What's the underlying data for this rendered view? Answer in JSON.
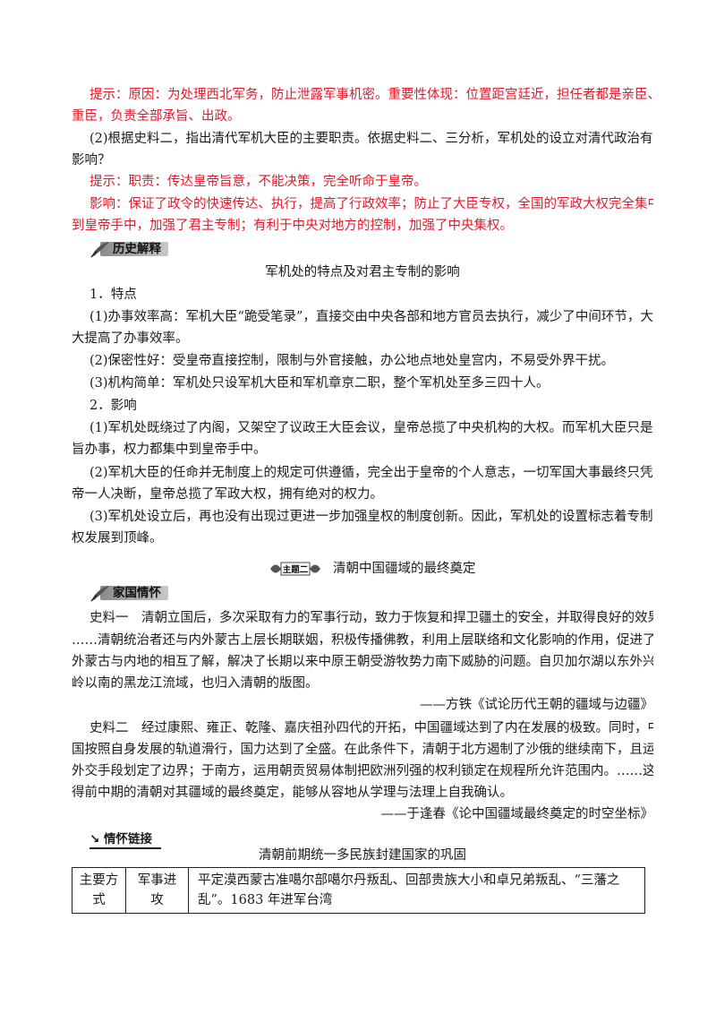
{
  "hint1": {
    "l1": "提示：原因：为处理西北军务，防止泄露军事机密。重要性体现：位置距宫廷近，担任者都是亲臣、",
    "l2": "重臣，负责全部承旨、出政。"
  },
  "q2": {
    "l1": "(2)根据史料二，指出清代军机大臣的主要职责。依据史料二、三分析，军机处的设立对清代政治有何",
    "l2": "影响？"
  },
  "hint2": {
    "l1": "提示：职责：传达皇帝旨意，不能决策，完全听命于皇帝。",
    "l2": "影响：保证了政令的快速传达、执行，提高了行政效率；防止了大臣专权，全国的军政大权完全集中",
    "l3": "到皇帝手中，加强了君主专制；有利于中央对地方的控制，加强了中央集权。"
  },
  "section_history": {
    "badge": "历史解释",
    "title": "军机处的特点及对君主专制的影响",
    "h1": "1．特点",
    "p1a": "(1)办事效率高：军机大臣“跪受笔录”，直接交由中央各部和地方官员去执行，减少了中间环节，大",
    "p1b": "大提高了办事效率。",
    "p2": "(2)保密性好：受皇帝直接控制，限制与外官接触，办公地点地处皇宫内，不易受外界干扰。",
    "p3": "(3)机构简单：军机处只设军机大臣和军机章京二职，整个军机处至多三四十人。",
    "h2": "2．影响",
    "p4a": "(1)军机处既绕过了内阁，又架空了议政王大臣会议，皇帝总揽了中央机构的大权。而军机大臣只是承",
    "p4b": "旨办事，权力都集中到皇帝手中。",
    "p5a": "(2)军机大臣的任命并无制度上的规定可供遵循，完全出于皇帝的个人意志，一切军国大事最终只凭皇",
    "p5b": "帝一人决断，皇帝总揽了军政大权，拥有绝对的权力。",
    "p6a": "(3)军机处设立后，再也没有出现过更进一步加强皇权的制度创新。因此，军机处的设置标志着专制皇",
    "p6b": "权发展到顶峰。"
  },
  "topic2": {
    "icon_text": "主题二",
    "title": "清朝中国疆域的最终奠定"
  },
  "section_homeland": {
    "badge": "家国情怀",
    "s1a": "史料一　清朝立国后，多次采取有力的军事行动，致力于恢复和捍卫疆土的安全，并取得良好的效果。",
    "s1b": "……清朝统治者还与内外蒙古上层长期联姻，积极传播佛教，利用上层联络和文化影响的作用，促进了内",
    "s1c": "外蒙古与内地的相互了解，解决了长期以来中原王朝受游牧势力南下威胁的问题。自贝加尔湖以东外兴安",
    "s1d": "岭以南的黑龙江流域，也归入清朝的版图。",
    "s1src": "——方铁《试论历代王朝的疆域与边疆》",
    "s2a": "史料二　经过康熙、雍正、乾隆、嘉庆祖孙四代的开拓，中国疆域达到了内在发展的极致。同时，中",
    "s2b": "国按照自身发展的轨道滑行，国力达到了全盛。在此条件下，清朝于北方遏制了沙俄的继续南下，且运用",
    "s2c": "外交手段划定了边界；于南方，运用朝贡贸易体制把欧洲列强的权利锁定在规程所允许范围内。……这使",
    "s2d": "得前中期的清朝对其疆域的最终奠定，能够从容地从学理与法理上自我确认。",
    "s2src": "——于逢春《论中国疆域最终奠定的时空坐标》"
  },
  "link": {
    "label": "情怀链接",
    "title": "清朝前期统一多民族封建国家的巩固",
    "table": {
      "r1c1a": "主要方",
      "r1c1b": "式",
      "r1c2a": "军事进",
      "r1c2b": "攻",
      "r1c3a": "平定漠西蒙古准噶尔部噶尔丹叛乱、回部贵族大小和卓兄弟叛乱、“三藩之",
      "r1c3b": "乱”。1683 年进军台湾"
    }
  }
}
